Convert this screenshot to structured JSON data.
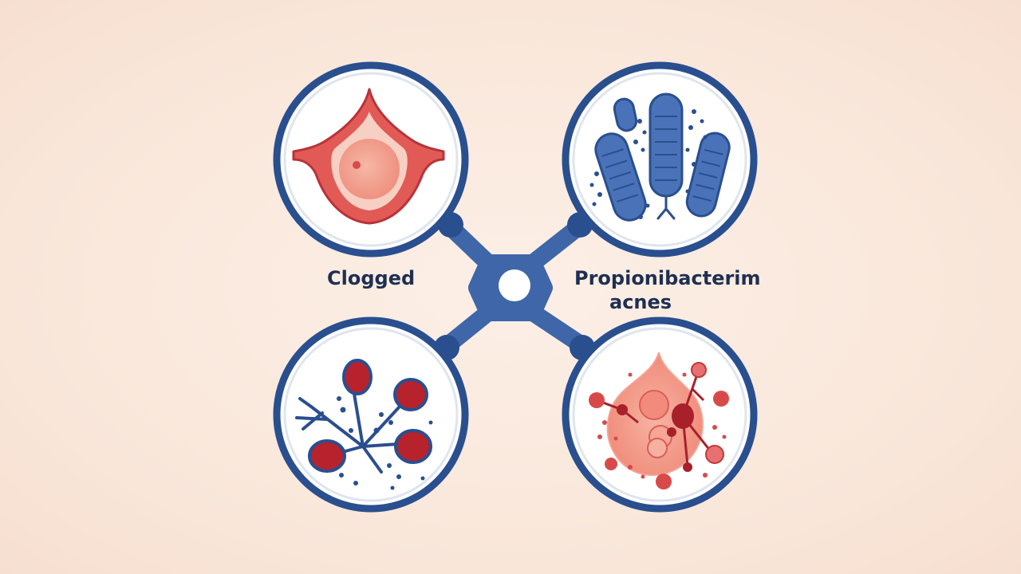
{
  "nodes": [
    {
      "id": "clogged",
      "label": "Clogged",
      "icon": "clogged-pore-icon"
    },
    {
      "id": "bacteria",
      "label_lines": [
        "Propionibacterim",
        "acnes"
      ],
      "icon": "rod-bacteria-icon"
    },
    {
      "id": "immune",
      "icon": "immune-cells-icon"
    },
    {
      "id": "inflammation",
      "icon": "inflamed-pimple-icon"
    }
  ],
  "colors": {
    "background": "#fae8dc",
    "connector": "#3f66a8",
    "ring": "#2a4f8f",
    "red": "#d84a4a",
    "dark_red": "#a8202a",
    "pink": "#f3a08f",
    "blue_rod": "#4a72b8"
  }
}
